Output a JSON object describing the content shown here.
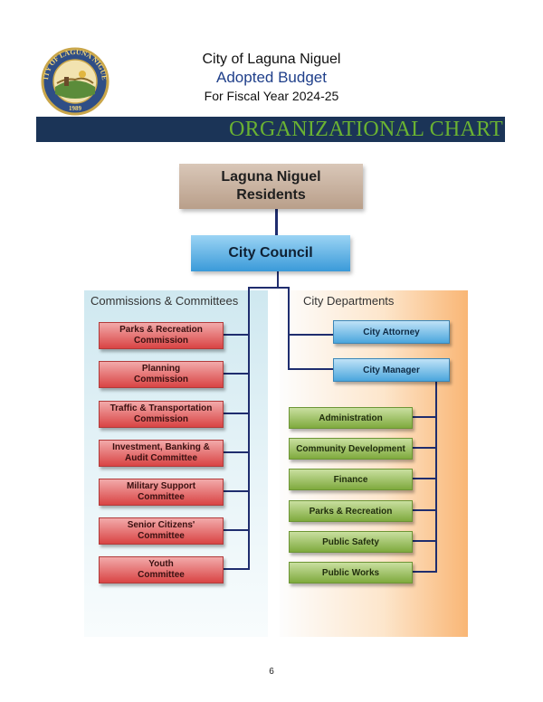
{
  "header": {
    "city": "City of Laguna Niguel",
    "adopted": "Adopted Budget",
    "fiscal_year": "For Fiscal Year 2024-25",
    "banner_title": "ORGANIZATIONAL CHART"
  },
  "seal": {
    "text_top": "CITY OF LAGUNA NIGUEL",
    "year": "1989"
  },
  "chart": {
    "residents": "Laguna Niguel Residents",
    "council": "City Council",
    "commissions_title": "Commissions & Committees",
    "departments_title": "City Departments",
    "commissions": [
      "Parks & Recreation Commission",
      "Planning Commission",
      "Traffic & Transportation Commission",
      "Investment, Banking & Audit Committee",
      "Military Support Committee",
      "Senior Citizens' Committee",
      "Youth Committee"
    ],
    "direct_departments": [
      "City Attorney",
      "City Manager"
    ],
    "departments": [
      "Administration",
      "Community Development",
      "Finance",
      "Parks & Recreation",
      "Public Safety",
      "Public Works"
    ]
  },
  "colors": {
    "banner_bg": "#1b3457",
    "banner_text": "#6ab232",
    "line": "#1f2d6e"
  },
  "page_number": "6"
}
